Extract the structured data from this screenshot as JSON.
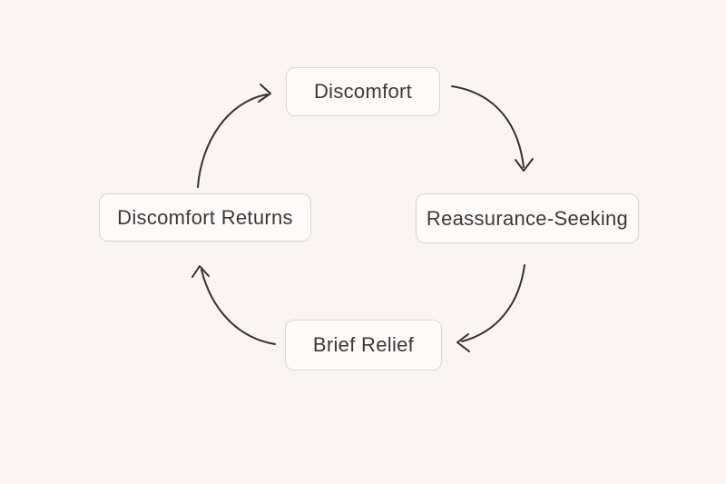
{
  "diagram": {
    "type": "cycle",
    "nodes": [
      {
        "id": "discomfort",
        "label": "Discomfort"
      },
      {
        "id": "reassurance-seeking",
        "label": "Reassurance-Seeking"
      },
      {
        "id": "brief-relief",
        "label": "Brief Relief"
      },
      {
        "id": "discomfort-returns",
        "label": "Discomfort Returns"
      }
    ],
    "edges": [
      {
        "from": "discomfort",
        "to": "reassurance-seeking"
      },
      {
        "from": "reassurance-seeking",
        "to": "brief-relief"
      },
      {
        "from": "brief-relief",
        "to": "discomfort-returns"
      },
      {
        "from": "discomfort-returns",
        "to": "discomfort"
      }
    ],
    "flow": "clockwise",
    "colors": {
      "bg": "#FAF4F2",
      "node-fill": "#FDFCFB",
      "node-border": "#DBD4D1",
      "text": "#3D3837",
      "arrow": "#363130"
    }
  }
}
